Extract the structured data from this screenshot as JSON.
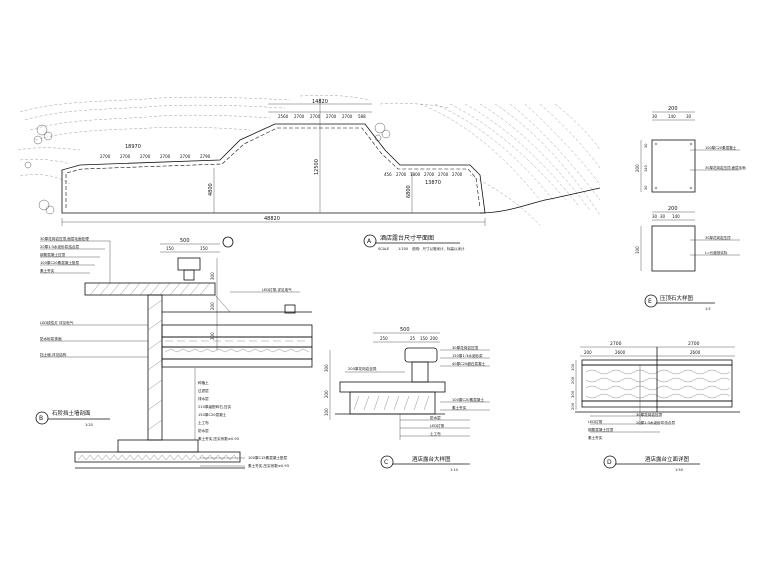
{
  "plan": {
    "dims_top": [
      "14820",
      "2560",
      "2700",
      "2700",
      "2700",
      "2700",
      "588"
    ],
    "dims_left": [
      "18970",
      "2700",
      "2700",
      "2700",
      "2700",
      "2700",
      "2790"
    ],
    "dims_right": [
      "456",
      "2700",
      "1800",
      "2700",
      "2700",
      "2700",
      "13870"
    ],
    "dims_vertical": [
      "4800",
      "12500",
      "6800"
    ],
    "dim_bottom": "48820",
    "title_number": "A",
    "title": "酒店露台尺寸平面图",
    "scale_word": "SCALE",
    "scale": "1:200",
    "note": "说明：尺寸以毫米计，标高以米计"
  },
  "detail_b": {
    "number": "B",
    "title": "石阶挡土墙剖面",
    "scale": "1:20",
    "dims": [
      "500",
      "150",
      "150"
    ],
    "side_dims": [
      "300",
      "200",
      "300"
    ],
    "labels_left": [
      "30厚花岗岩压顶,面层毛面处理",
      "20厚1:3水泥砂浆结合层",
      "钢筋混凝土压顶",
      "100厚C20素混凝土垫层",
      "素土夯实",
      "LED线性灯 详见电气",
      "防水砂浆抹面",
      "挡土墙,详见结构"
    ],
    "labels_right": [
      "LED灯带,详见电气",
      "种植土",
      "过滤层",
      "排水层",
      "210厚级配碎石,压实",
      "150厚C20混凝土",
      "土工布",
      "防水层",
      "素土夯实,压实系数≥0.93"
    ],
    "bottom_labels": [
      "100厚C15素混凝土垫层",
      "素土夯实,压实系数≥0.93"
    ]
  },
  "detail_c": {
    "number": "C",
    "title": "酒店露台大样图",
    "scale": "1:10",
    "dims": [
      "500",
      "250",
      "25",
      "150",
      "200"
    ],
    "side_dims": [
      "300",
      "200",
      "100"
    ],
    "labels": [
      "30厚花岗岩压顶",
      "150厚1:3水泥砂浆",
      "40厚C20细石混凝土",
      "100厚C20素混凝土",
      "素土夯实",
      "防水层",
      "LED灯带",
      "土工布"
    ],
    "label_top": "200厚花岗岩坐凳"
  },
  "detail_d": {
    "number": "D",
    "title": "酒店露台立面详图",
    "scale": "1:50",
    "dims": [
      "2700",
      "2700",
      "200",
      "2600",
      "2600"
    ],
    "side_dims": [
      "100",
      "200",
      "300",
      "200"
    ],
    "labels": [
      "30厚花岗岩压顶",
      "20厚1:3水泥砂浆结合层",
      "LED灯带",
      "钢筋混凝土压顶",
      "素土夯实"
    ]
  },
  "detail_e": {
    "number": "E",
    "title": "压顶石大样图",
    "scale": "1:5",
    "top_dims": [
      "200",
      "30",
      "140",
      "30"
    ],
    "side_dims": [
      "200",
      "30",
      "140",
      "30"
    ],
    "label_top": "100厚C20素混凝土",
    "label_mid": "30厚花岗岩压顶,面层毛面",
    "elev_dims": [
      "200",
      "30",
      "30",
      "140",
      "100"
    ],
    "elev_labels": [
      "30厚花岗岩压顶",
      "L=长度按实际"
    ]
  }
}
